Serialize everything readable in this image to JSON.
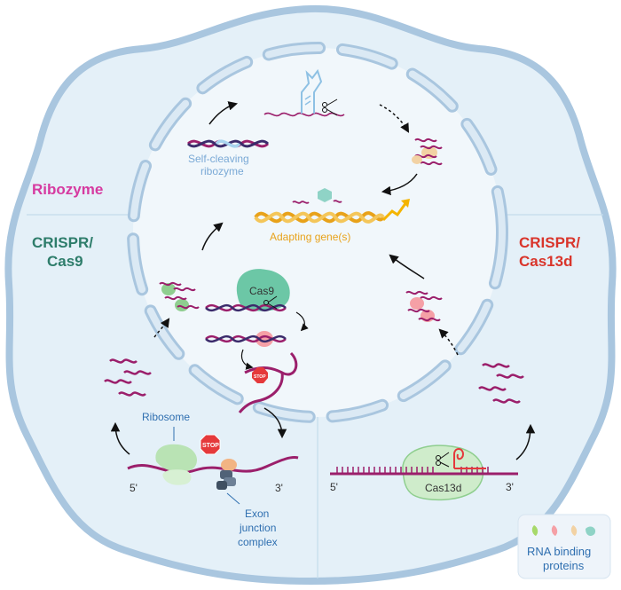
{
  "sections": {
    "ribozyme": "Ribozyme",
    "cas9_line1": "CRISPR/",
    "cas9_line2": "Cas9",
    "cas13_line1": "CRISPR/",
    "cas13_line2": "Cas13d"
  },
  "labels": {
    "self_cleaving_1": "Self-cleaving",
    "self_cleaving_2": "ribozyme",
    "adapting_genes": "Adapting gene(s)",
    "cas9": "Cas9",
    "stop_small": "STOP",
    "stop_sign": "STOP",
    "ribosome": "Ribosome",
    "five_prime_left": "5'",
    "three_prime_left": "3'",
    "exon_1": "Exon",
    "exon_2": "junction",
    "exon_3": "complex",
    "five_prime_right": "5'",
    "three_prime_right": "3'",
    "cas13d": "Cas13d"
  },
  "legend": {
    "line1": "RNA binding",
    "line2": "proteins"
  },
  "colors": {
    "ribozyme": "#d63aa0",
    "cas9": "#2e7d6b",
    "cas13": "#d9352b",
    "membrane": "#a9c6df",
    "rna": "#9b1f6b",
    "dna_orange": "#e8a21a",
    "label_blue": "#2f6fb0",
    "self_cleaving": "#7aa9d6"
  }
}
